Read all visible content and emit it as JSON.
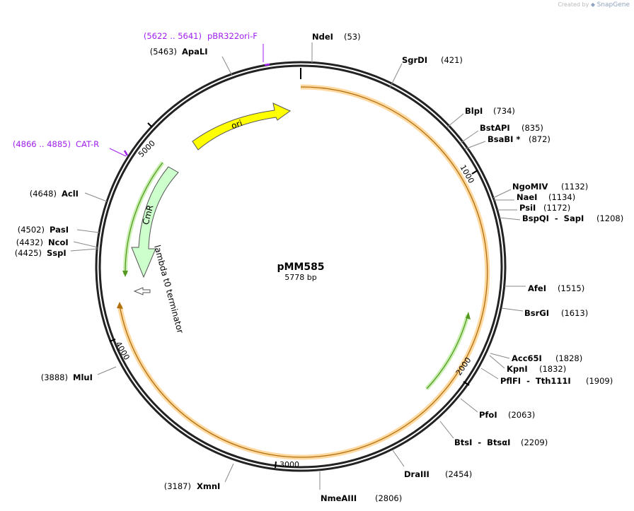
{
  "map": {
    "name": "pMM585",
    "size_label": "5778 bp",
    "total_bp": 5778
  },
  "credit": {
    "text": "Created by",
    "brand": "SnapGene"
  },
  "ticks": [
    {
      "bp": 1000,
      "label": "1000"
    },
    {
      "bp": 2000,
      "label": "2000"
    },
    {
      "bp": 3000,
      "label": "3000"
    },
    {
      "bp": 4000,
      "label": "4000"
    },
    {
      "bp": 5000,
      "label": "5000"
    }
  ],
  "sites": [
    {
      "name": "NdeI",
      "pos": "(53)",
      "bp": 53
    },
    {
      "name": "SgrDI",
      "pos": "(421)",
      "bp": 421
    },
    {
      "name": "BlpI",
      "pos": "(734)",
      "bp": 734
    },
    {
      "name": "BstAPI",
      "pos": "(835)",
      "bp": 835
    },
    {
      "name": "BsaBI *",
      "pos": "(872)",
      "bp": 872
    },
    {
      "name": "NgoMIV",
      "pos": "(1132)",
      "bp": 1132
    },
    {
      "name": "NaeI",
      "pos": "(1134)",
      "bp": 1134
    },
    {
      "name": "PsiI",
      "pos": "(1172)",
      "bp": 1172
    },
    {
      "name": "BspQI  -  SapI",
      "pos": "(1208)",
      "bp": 1208
    },
    {
      "name": "AfeI",
      "pos": "(1515)",
      "bp": 1515
    },
    {
      "name": "BsrGI",
      "pos": "(1613)",
      "bp": 1613
    },
    {
      "name": "Acc65I",
      "pos": "(1828)",
      "bp": 1828
    },
    {
      "name": "KpnI",
      "pos": "(1832)",
      "bp": 1832
    },
    {
      "name": "PflFI  -  Tth111I",
      "pos": "(1909)",
      "bp": 1909
    },
    {
      "name": "PfoI",
      "pos": "(2063)",
      "bp": 2063
    },
    {
      "name": "BtsI  -  BtsαI",
      "pos": "(2209)",
      "bp": 2209
    },
    {
      "name": "DraIII",
      "pos": "(2454)",
      "bp": 2454
    },
    {
      "name": "NmeAIII",
      "pos": "(2806)",
      "bp": 2806
    },
    {
      "name": "XmnI",
      "pos": "(3187)",
      "bp": 3187
    },
    {
      "name": "MluI",
      "pos": "(3888)",
      "bp": 3888
    },
    {
      "name": "SspI",
      "pos": "(4425)",
      "bp": 4425
    },
    {
      "name": "NcoI",
      "pos": "(4432)",
      "bp": 4432
    },
    {
      "name": "PasI",
      "pos": "(4502)",
      "bp": 4502
    },
    {
      "name": "AclI",
      "pos": "(4648)",
      "bp": 4648
    },
    {
      "name": "ApaLI",
      "pos": "(5463)",
      "bp": 5463
    }
  ],
  "primers": [
    {
      "name": "pBR322ori-F",
      "pos": "(5622 .. 5641)"
    },
    {
      "name": "CAT-R",
      "pos": "(4866 .. 4885)"
    }
  ],
  "features": [
    {
      "name": "ori",
      "color": "#ffff00",
      "direction": "clockwise"
    },
    {
      "name": "CmR",
      "color": "#ccffcc",
      "direction": "counterclockwise"
    },
    {
      "name": "lambda t0 terminator",
      "color": "#ffffff",
      "direction": "counterclockwise"
    }
  ],
  "colors": {
    "backbone": "#222222",
    "orf_outline": "#b07010",
    "orf_glow": "#ffd9a0",
    "green_orf": "#559922",
    "green_glow": "#c9f0b0",
    "primer": "#a020f0"
  }
}
